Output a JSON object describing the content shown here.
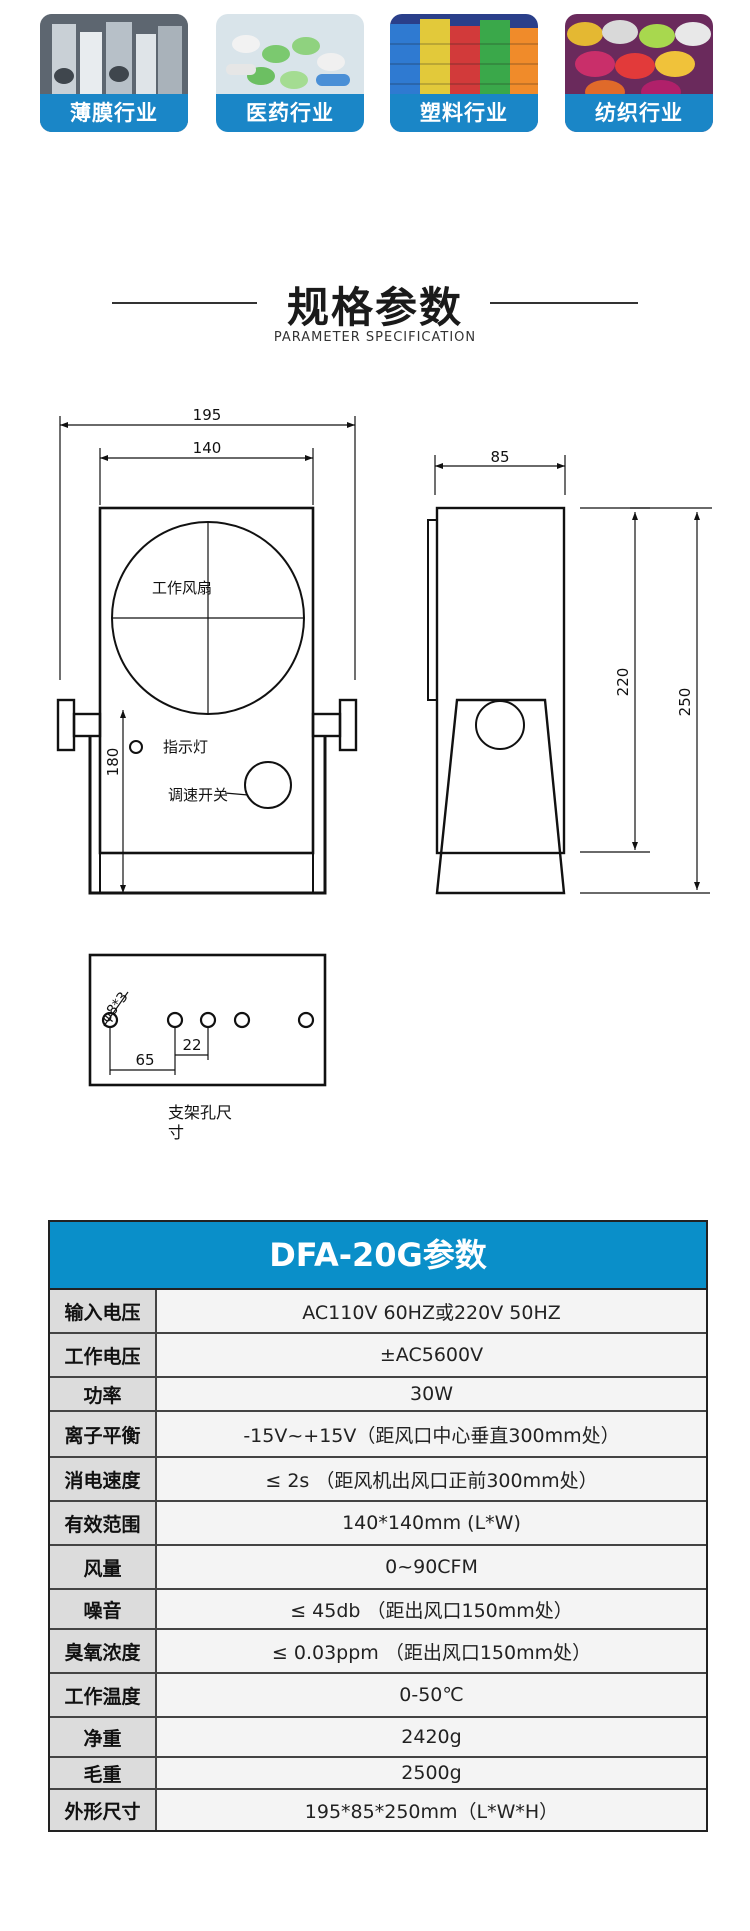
{
  "industries": [
    {
      "label": "薄膜行业",
      "icon": "film-rolls-image"
    },
    {
      "label": "医药行业",
      "icon": "pills-image"
    },
    {
      "label": "塑料行业",
      "icon": "plastic-crates-image"
    },
    {
      "label": "纺织行业",
      "icon": "yarn-spools-image"
    }
  ],
  "spec_section": {
    "title": "规格参数",
    "subtitle": "PARAMETER SPECIFICATION"
  },
  "drawing": {
    "dim_195": "195",
    "dim_140": "140",
    "dim_85": "85",
    "dim_180": "180",
    "dim_220": "220",
    "dim_250": "250",
    "dim_65": "65",
    "dim_22": "22",
    "hole_spec": "φ8*3",
    "fan_label": "工作风扇",
    "indicator_label": "指示灯",
    "speed_switch_label": "调速开关",
    "bracket_label_line1": "支架孔尺",
    "bracket_label_line2": "寸"
  },
  "table": {
    "title": "DFA-20G参数",
    "rows": [
      {
        "name": "输入电压",
        "value": "AC110V 60HZ或220V 50HZ"
      },
      {
        "name": "工作电压",
        "value": "±AC5600V"
      },
      {
        "name": "功率",
        "value": "30W"
      },
      {
        "name": "离子平衡",
        "value": "-15V~+15V（距风口中心垂直300mm处）"
      },
      {
        "name": "消电速度",
        "value": "≤ 2s （距风机出风口正前300mm处）"
      },
      {
        "name": "有效范围",
        "value": "140*140mm (L*W)"
      },
      {
        "name": "风量",
        "value": "0~90CFM"
      },
      {
        "name": "噪音",
        "value": "≤ 45db （距出风口150mm处）"
      },
      {
        "name": "臭氧浓度",
        "value": "≤ 0.03ppm  （距出风口150mm处）"
      },
      {
        "name": "工作温度",
        "value": "0-50℃"
      },
      {
        "name": "净重",
        "value": "2420g"
      },
      {
        "name": "毛重",
        "value": "2500g"
      },
      {
        "name": "外形尺寸",
        "value": "195*85*250mm（L*W*H）"
      }
    ]
  },
  "colors": {
    "accent_blue": "#1a86c7",
    "table_header_blue": "#0a8fc9",
    "row_label_bg": "#dcdcdc"
  }
}
